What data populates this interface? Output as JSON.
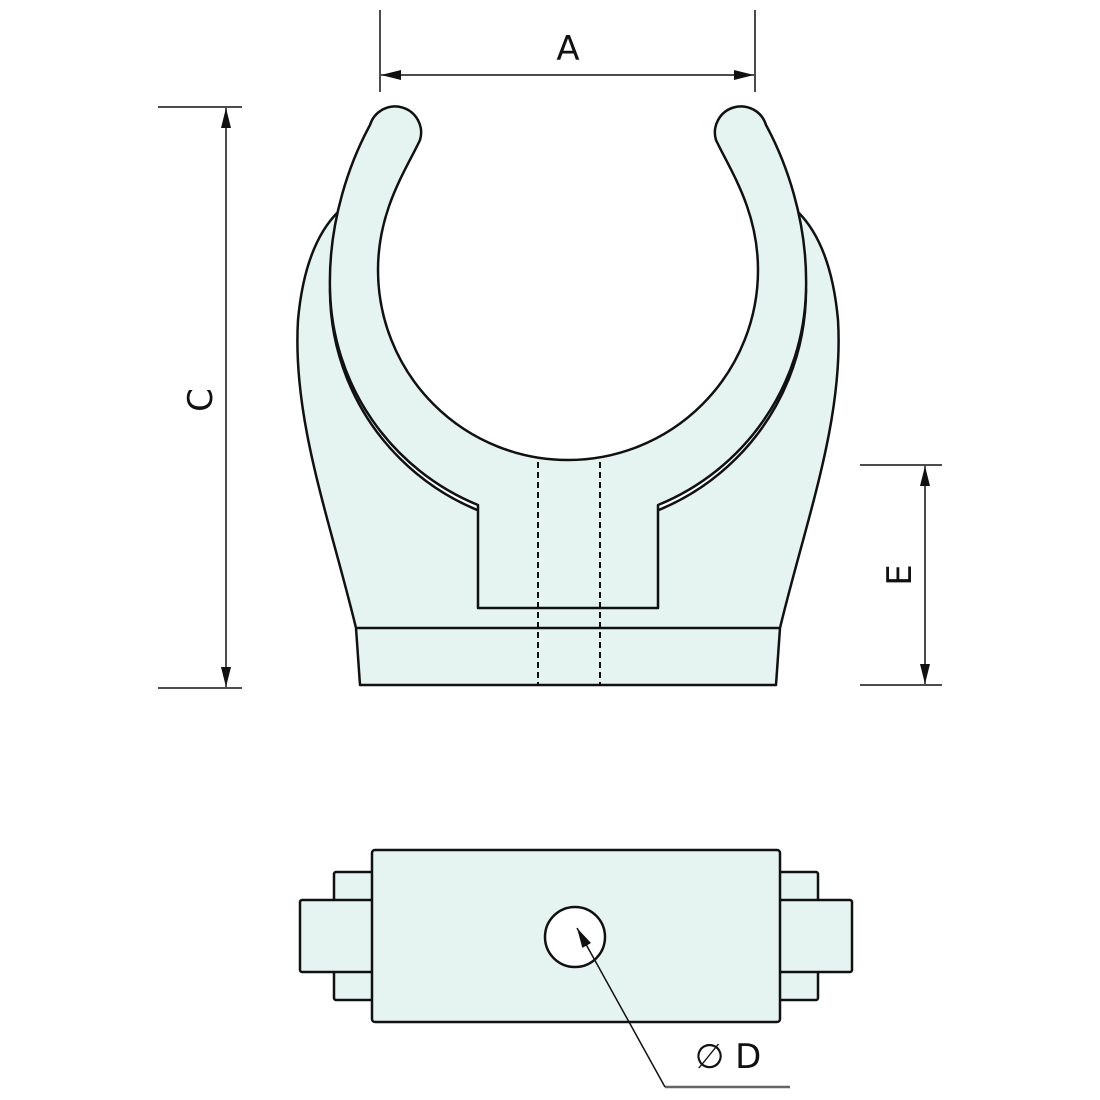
{
  "labels": {
    "a": "A",
    "c": "C",
    "d": "∅ D",
    "e": "E"
  },
  "colors": {
    "fill": "#e6f4f1",
    "line": "#111111",
    "leader": "#666666"
  }
}
